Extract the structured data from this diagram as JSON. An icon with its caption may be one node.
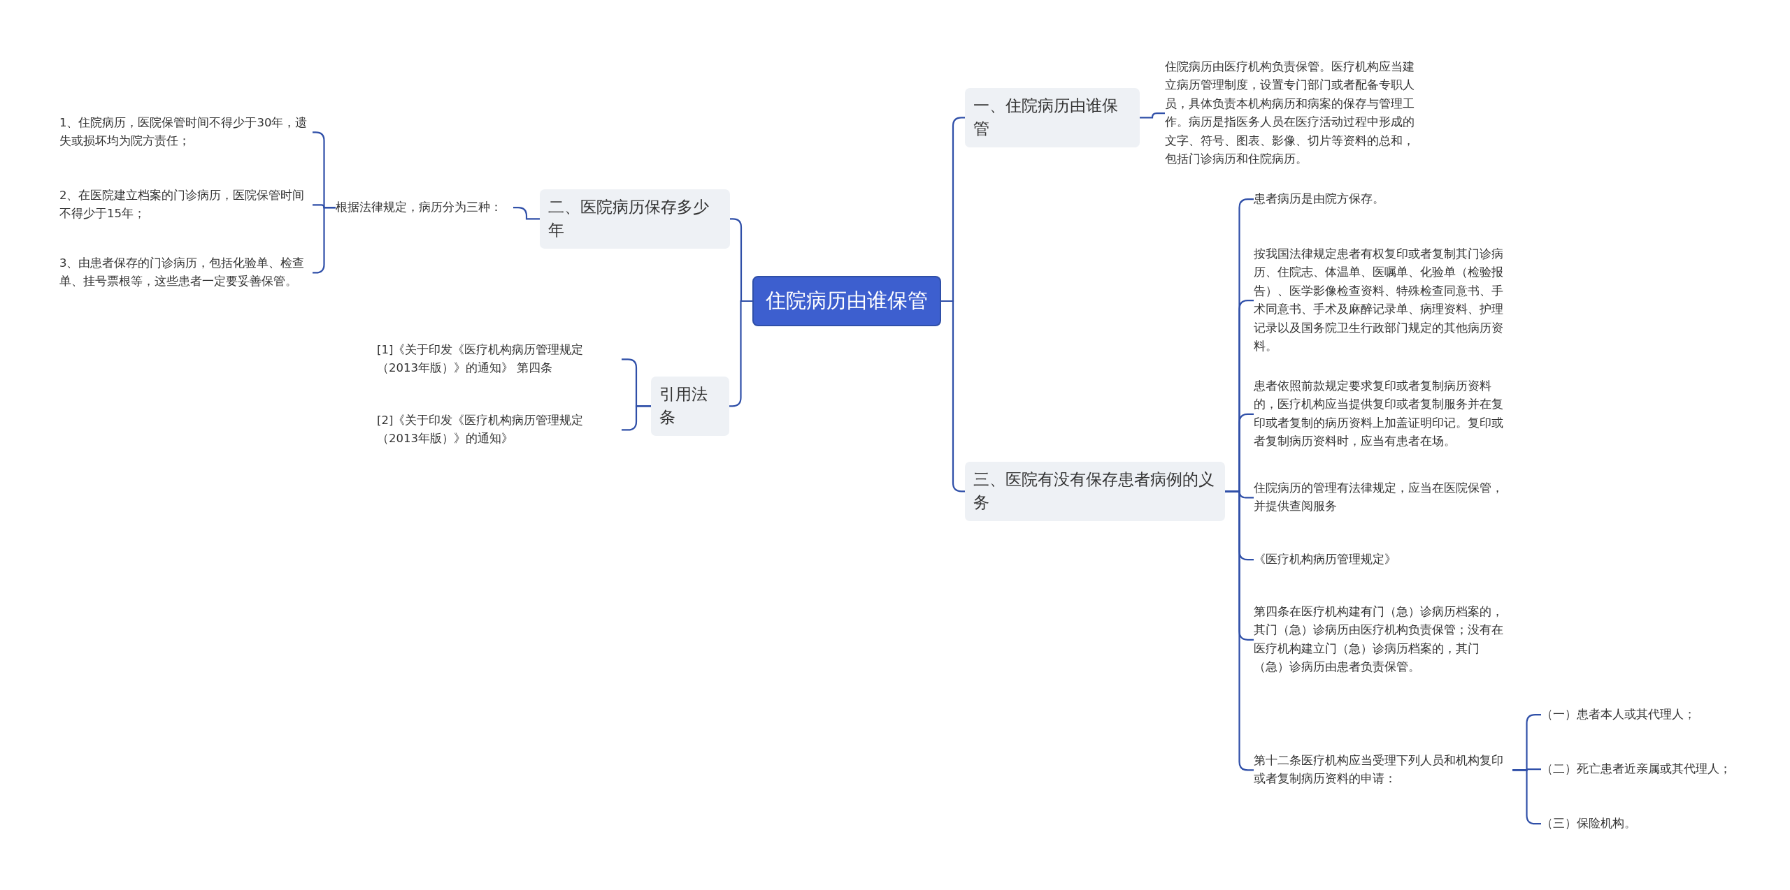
{
  "diagram": {
    "nodes": [
      {
        "text": [
          "住院病历由谁保管"
        ]
      },
      {
        "text": [
          "一、住院病历由谁保管"
        ]
      },
      {
        "text": [
          "住院病历由医疗机构负责保管。医疗机构应当建立病历管理制度，设置专门部门或者配备专职人员，具体负责本机构病历和病案的保存与管理工作。病历是指医务人员在医疗活动过程中形成的文字、符号、图表、影像、切片等资料的总和，包括门诊病历和住院病历。"
        ]
      },
      {
        "text": [
          "二、医院病历保存多少年"
        ]
      },
      {
        "text": [
          "根据法律规定，病历分为三种："
        ]
      },
      {
        "text": [
          "1、住院病历，医院保管时间不得少于30年，遗失或损坏均为院方责任；"
        ]
      },
      {
        "text": [
          "2、在医院建立档案的门诊病历，医院保管时间不得少于15年；"
        ]
      },
      {
        "text": [
          "3、由患者保存的门诊病历，包括化验单、检查单、挂号票根等，这些患者一定要妥善保管。"
        ]
      },
      {
        "text": [
          "引用法条"
        ]
      },
      {
        "text": [
          "[1]《关于印发《医疗机构病历管理规定（2013年版）》的通知》 第四条"
        ]
      },
      {
        "text": [
          "[2]《关于印发《医疗机构病历管理规定（2013年版）》的通知》"
        ]
      },
      {
        "text": [
          "三、医院有没有保存患者病例的义务"
        ]
      },
      {
        "text": [
          "患者病历是由院方保存。"
        ]
      },
      {
        "text": [
          "按我国法律规定患者有权复印或者复制其门诊病历、住院志、体温单、医嘱单、化验单（检验报告）、医学影像检查资料、特殊检查同意书、手术同意书、手术及麻醉记录单、病理资料、护理记录以及国务院卫生行政部门规定的其他病历资料。"
        ]
      },
      {
        "text": [
          "患者依照前款规定要求复印或者复制病历资料的，医疗机构应当提供复印或者复制服务并在复印或者复制的病历资料上加盖证明印记。复印或者复制病历资料时，应当有患者在场。"
        ]
      },
      {
        "text": [
          "住院病历的管理有法律规定，应当在医院保管，并提供查阅服务"
        ]
      },
      {
        "text": [
          "《医疗机构病历管理规定》"
        ]
      },
      {
        "text": [
          "第四条在医疗机构建有门（急）诊病历档案的，其门（急）诊病历由医疗机构负责保管；没有在医疗机构建立门（急）诊病历档案的，其门（急）诊病历由患者负责保管。"
        ]
      },
      {
        "text": [
          "第十二条医疗机构应当受理下列人员和机构复印或者复制病历资料的申请："
        ]
      },
      {
        "text": [
          "（一）患者本人或其代理人；"
        ]
      },
      {
        "text": [
          "（二）死亡患者近亲属或其代理人；"
        ]
      },
      {
        "text": [
          "（三）保险机构。"
        ]
      }
    ],
    "edges": [
      {
        "from": 0,
        "to": 1,
        "arrow": "none"
      },
      {
        "from": 1,
        "to": 2,
        "arrow": "none"
      },
      {
        "from": 0,
        "to": 3,
        "arrow": "none"
      },
      {
        "from": 3,
        "to": 4,
        "arrow": "none"
      },
      {
        "from": 4,
        "to": 5,
        "arrow": "none"
      },
      {
        "from": 4,
        "to": 6,
        "arrow": "none"
      },
      {
        "from": 4,
        "to": 7,
        "arrow": "none"
      },
      {
        "from": 0,
        "to": 8,
        "arrow": "none"
      },
      {
        "from": 8,
        "to": 9,
        "arrow": "none"
      },
      {
        "from": 8,
        "to": 10,
        "arrow": "none"
      },
      {
        "from": 0,
        "to": 11,
        "arrow": "none"
      },
      {
        "from": 11,
        "to": 12,
        "arrow": "none"
      },
      {
        "from": 11,
        "to": 13,
        "arrow": "none"
      },
      {
        "from": 11,
        "to": 14,
        "arrow": "none"
      },
      {
        "from": 11,
        "to": 15,
        "arrow": "none"
      },
      {
        "from": 11,
        "to": 16,
        "arrow": "none"
      },
      {
        "from": 11,
        "to": 17,
        "arrow": "none"
      },
      {
        "from": 11,
        "to": 18,
        "arrow": "none"
      },
      {
        "from": 18,
        "to": 19,
        "arrow": "none"
      },
      {
        "from": 18,
        "to": 20,
        "arrow": "none"
      },
      {
        "from": 18,
        "to": 21,
        "arrow": "none"
      }
    ]
  }
}
